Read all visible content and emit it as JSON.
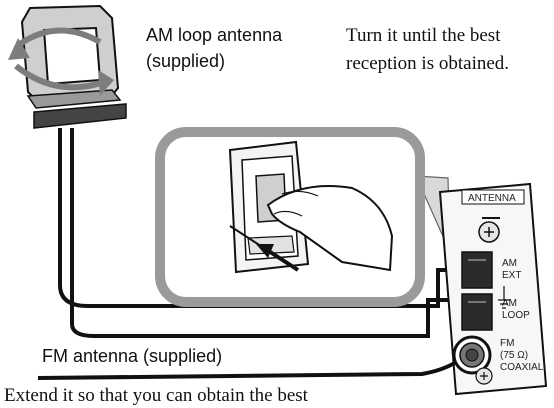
{
  "labels": {
    "am_antenna_line1": "AM loop antenna",
    "am_antenna_line2": "(supplied)",
    "rotate_instruction_line1": "Turn it until the best",
    "rotate_instruction_line2": "reception is obtained.",
    "fm_antenna": "FM antenna (supplied)",
    "extend_instruction": "Extend it so that you can obtain the best"
  },
  "panel": {
    "title": "ANTENNA",
    "am_ext": [
      "AM",
      "EXT"
    ],
    "am_loop": [
      "AM",
      "LOOP"
    ],
    "fm": [
      "FM",
      "(75 Ω)",
      "COAXIAL"
    ]
  }
}
